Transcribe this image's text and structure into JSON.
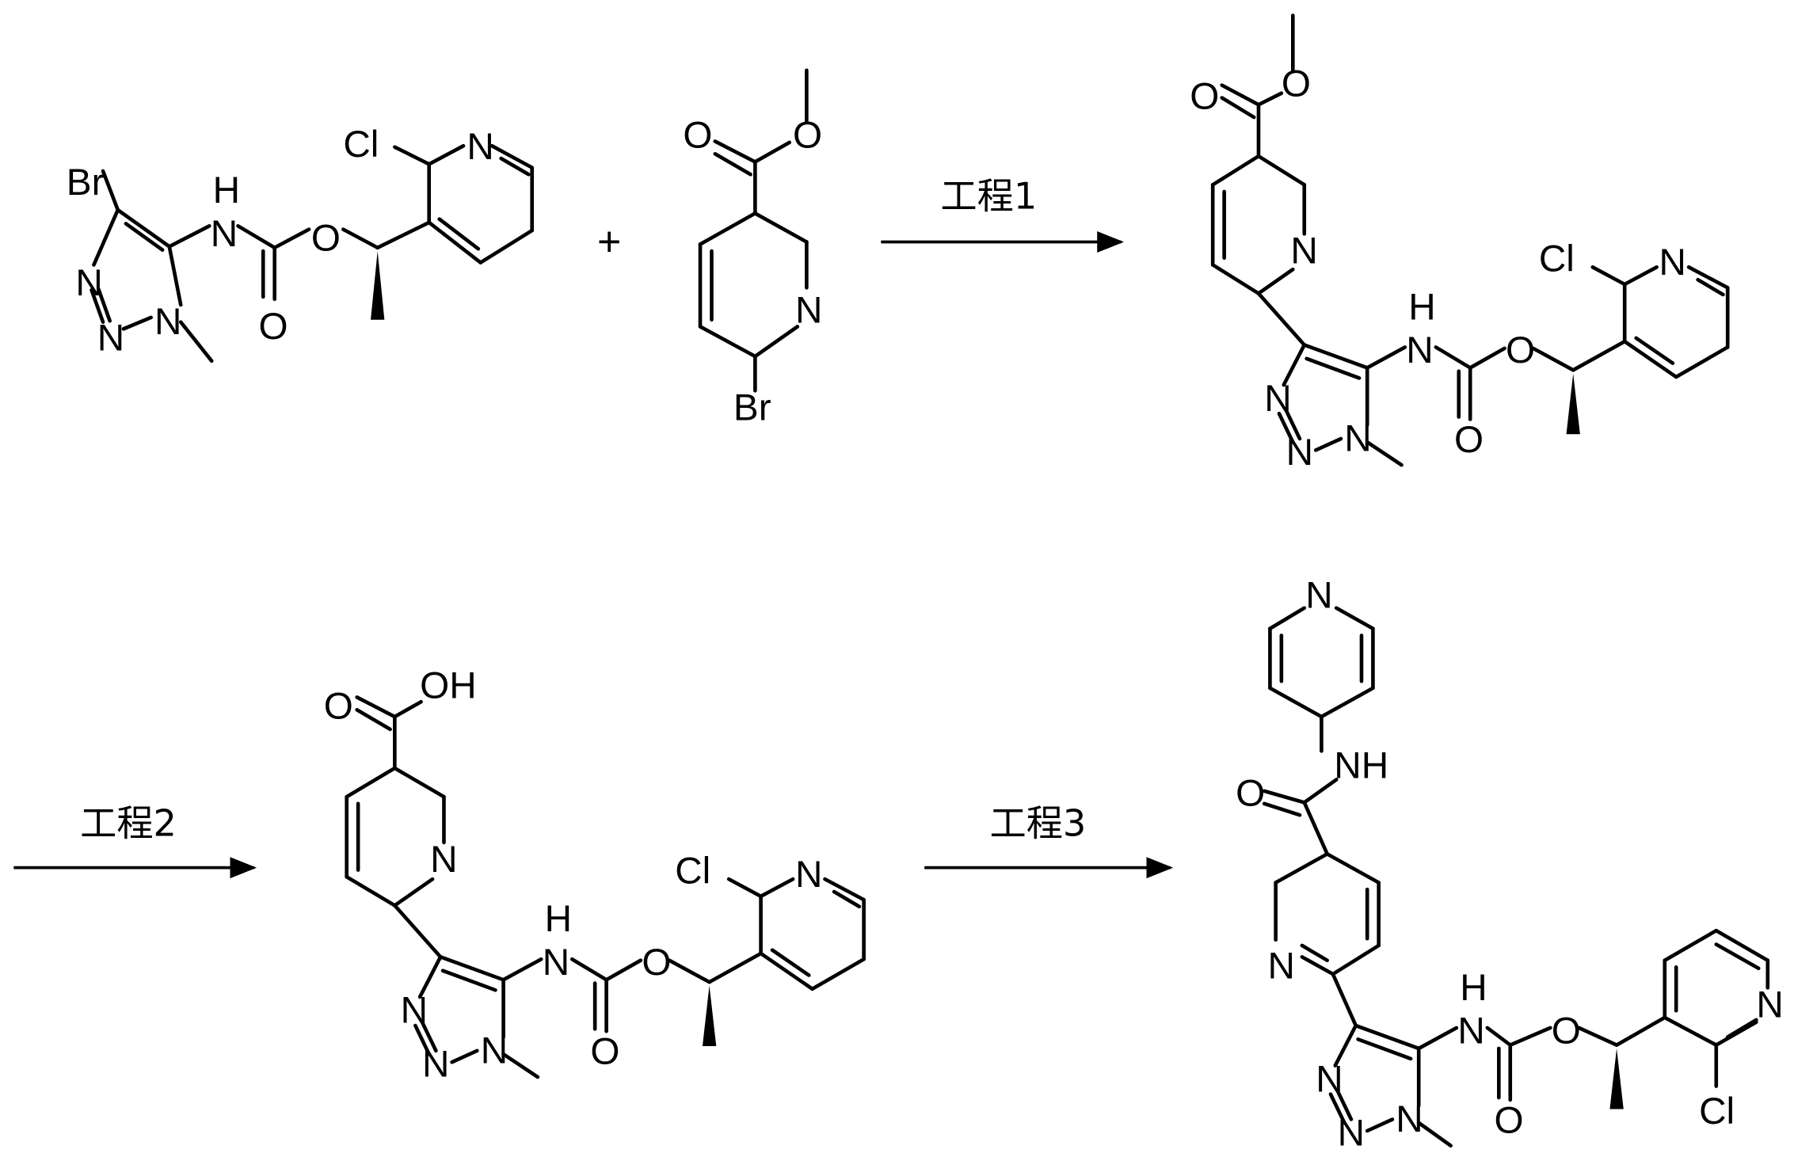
{
  "scheme": {
    "plus": "+",
    "step1": "工程1",
    "step2": "工程2",
    "step3": "工程3"
  },
  "labels": {
    "Br": "Br",
    "Cl": "Cl",
    "N": "N",
    "NH_top": "H",
    "NH_N": "N",
    "O": "O",
    "OH": "OH",
    "NH": "NH"
  }
}
